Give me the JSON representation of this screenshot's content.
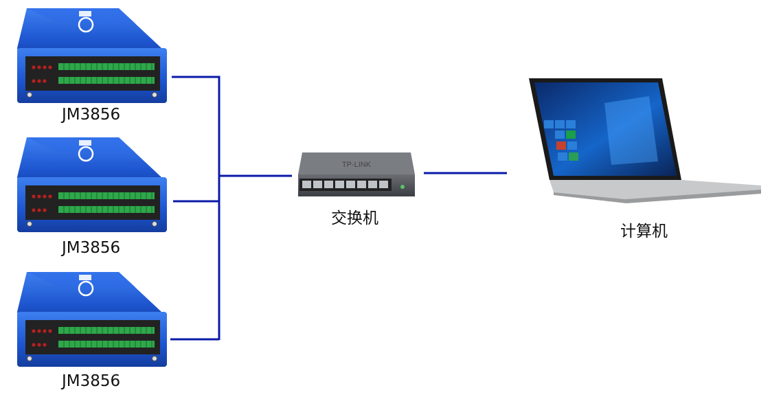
{
  "devices": [
    {
      "label": "JM3856"
    },
    {
      "label": "JM3856"
    },
    {
      "label": "JM3856"
    }
  ],
  "switch": {
    "label": "交换机",
    "brand": "TP-LINK"
  },
  "computer": {
    "label": "计算机"
  },
  "colors": {
    "link": "#0a1aa8",
    "device_blue": "#1f5fd6",
    "device_dark": "#222222",
    "terminal_green": "#2ea84a"
  }
}
